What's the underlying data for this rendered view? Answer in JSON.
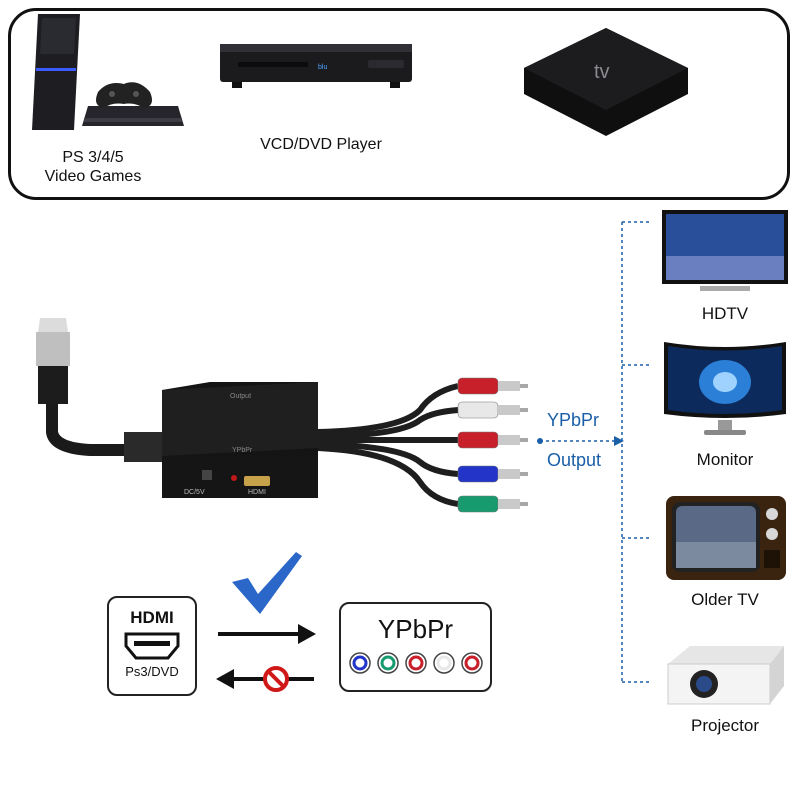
{
  "sources": [
    {
      "label_lines": [
        "PS 3/4/5",
        "Video Games"
      ],
      "icon": "game-console"
    },
    {
      "label_lines": [
        "VCD/DVD Player"
      ],
      "icon": "dvd-player"
    },
    {
      "label_lines": [],
      "icon": "apple-tv",
      "logo_text": "tv"
    }
  ],
  "converter": {
    "top_label": "Output",
    "front_label": "YPbPr",
    "port_labels": [
      "DC/5V",
      "HDMI"
    ],
    "cable_colors": [
      "#c8202a",
      "#e8e8e8",
      "#c8202a",
      "#2235c8",
      "#169a6e"
    ]
  },
  "output": {
    "line1": "YPbPr",
    "line2": "Output",
    "color": "#1a5fa8"
  },
  "devices": [
    {
      "label": "HDTV",
      "icon": "hdtv"
    },
    {
      "label": "Monitor",
      "icon": "monitor"
    },
    {
      "label": "Older TV",
      "icon": "crt-tv"
    },
    {
      "label": "Projector",
      "icon": "projector"
    }
  ],
  "direction": {
    "left_card": {
      "title": "HDMI",
      "subtitle": "Ps3/DVD"
    },
    "right_card": {
      "title": "YPbPr",
      "connector_colors": [
        "#2235c8",
        "#169a6e",
        "#c8202a",
        "#e8e8e8",
        "#c8202a"
      ]
    },
    "forward_status": "supported",
    "reverse_status": "not-supported"
  }
}
